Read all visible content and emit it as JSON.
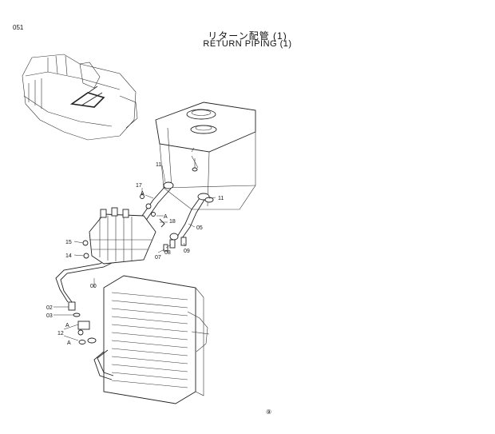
{
  "header": {
    "page_no": "051",
    "title_jp": "リターン配管 (1)",
    "title_en": "RETURN PIPING (1)"
  },
  "callouts": {
    "c11a": "11",
    "c11b": "11",
    "c17": "17",
    "cA1": "A",
    "cA2": "A",
    "c18": "18",
    "c05": "05",
    "c15": "15",
    "c14": "14",
    "c08": "08",
    "c07": "07",
    "c09": "09",
    "c00": "00",
    "c02": "02",
    "c03": "03",
    "c12": "12",
    "cA3": "A",
    "cA4": "A"
  },
  "footer_mark": "⑨"
}
